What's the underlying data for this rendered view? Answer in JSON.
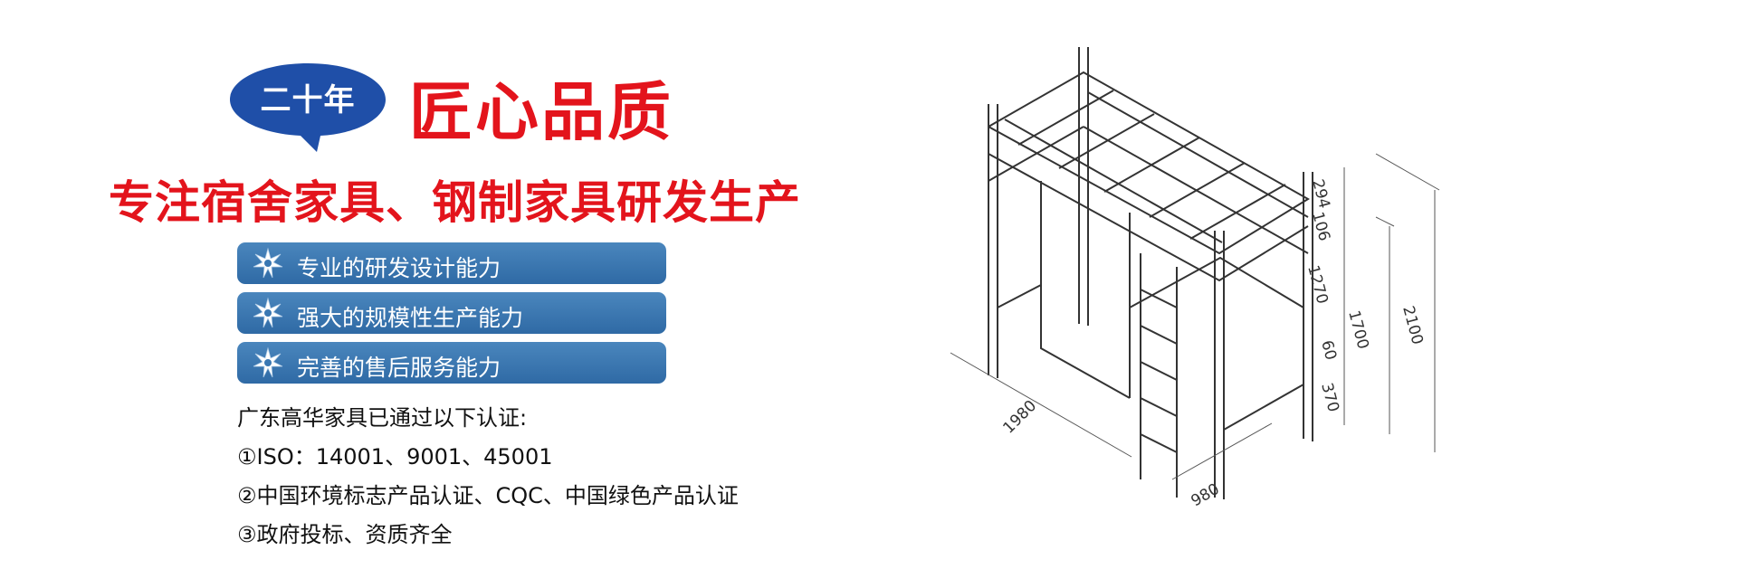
{
  "badge": {
    "text": "二十年"
  },
  "headline": "匠心品质",
  "slogan": "专注宿舍家具、钢制家具研发生产",
  "capabilities": [
    "专业的研发设计能力",
    "强大的规模性生产能力",
    "完善的售后服务能力"
  ],
  "certifications": {
    "intro": "广东高华家具已通过以下认证:",
    "items": [
      "①ISO：14001、9001、45001",
      "②中国环境标志产品认证、CQC、中国绿色产品认证",
      "③政府投标、资质齐全"
    ]
  },
  "dimensions": {
    "length": "1980",
    "width": "980",
    "height_total": "2100",
    "height_1700": "1700",
    "height_1270": "1270",
    "height_294": "294",
    "height_106": "106",
    "height_60": "60",
    "height_370": "370"
  },
  "colors": {
    "red": "#e3141c",
    "blue_bar": "#3a78b3",
    "badge_blue": "#1f4fa8"
  }
}
